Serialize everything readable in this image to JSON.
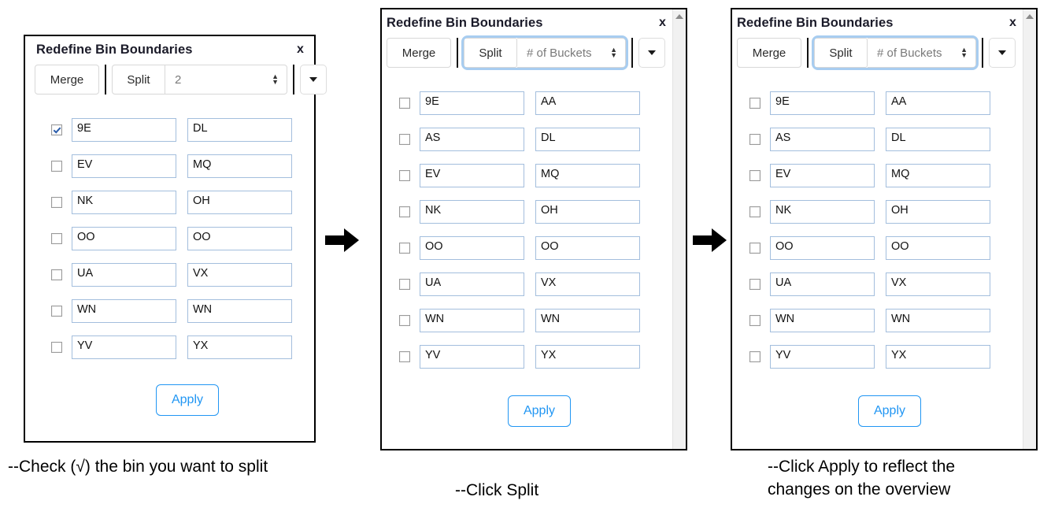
{
  "panels": [
    {
      "title": "Redefine Bin Boundaries",
      "close_label": "x",
      "toolbar": {
        "merge_label": "Merge",
        "split_label": "Split",
        "split_focused": false,
        "stepper_value": "2",
        "caret_label": "chevron-down-icon"
      },
      "rows": [
        {
          "checked": true,
          "left": "9E",
          "right": "DL"
        },
        {
          "checked": false,
          "left": "EV",
          "right": "MQ"
        },
        {
          "checked": false,
          "left": "NK",
          "right": "OH"
        },
        {
          "checked": false,
          "left": "OO",
          "right": "OO"
        },
        {
          "checked": false,
          "left": "UA",
          "right": "VX"
        },
        {
          "checked": false,
          "left": "WN",
          "right": "WN"
        },
        {
          "checked": false,
          "left": "YV",
          "right": "YX"
        }
      ],
      "apply_label": "Apply",
      "has_scrollbar": false
    },
    {
      "title": "Redefine Bin Boundaries",
      "close_label": "x",
      "toolbar": {
        "merge_label": "Merge",
        "split_label": "Split",
        "split_focused": true,
        "stepper_value": "# of Buckets",
        "caret_label": "chevron-down-icon"
      },
      "rows": [
        {
          "checked": false,
          "left": "9E",
          "right": "AA"
        },
        {
          "checked": false,
          "left": "AS",
          "right": "DL"
        },
        {
          "checked": false,
          "left": "EV",
          "right": "MQ"
        },
        {
          "checked": false,
          "left": "NK",
          "right": "OH"
        },
        {
          "checked": false,
          "left": "OO",
          "right": "OO"
        },
        {
          "checked": false,
          "left": "UA",
          "right": "VX"
        },
        {
          "checked": false,
          "left": "WN",
          "right": "WN"
        },
        {
          "checked": false,
          "left": "YV",
          "right": "YX"
        }
      ],
      "apply_label": "Apply",
      "has_scrollbar": true
    },
    {
      "title": "Redefine Bin Boundaries",
      "close_label": "x",
      "toolbar": {
        "merge_label": "Merge",
        "split_label": "Split",
        "split_focused": true,
        "stepper_value": "# of Buckets",
        "caret_label": "chevron-down-icon"
      },
      "rows": [
        {
          "checked": false,
          "left": "9E",
          "right": "AA"
        },
        {
          "checked": false,
          "left": "AS",
          "right": "DL"
        },
        {
          "checked": false,
          "left": "EV",
          "right": "MQ"
        },
        {
          "checked": false,
          "left": "NK",
          "right": "OH"
        },
        {
          "checked": false,
          "left": "OO",
          "right": "OO"
        },
        {
          "checked": false,
          "left": "UA",
          "right": "VX"
        },
        {
          "checked": false,
          "left": "WN",
          "right": "WN"
        },
        {
          "checked": false,
          "left": "YV",
          "right": "YX"
        }
      ],
      "apply_label": "Apply",
      "has_scrollbar": true
    }
  ],
  "arrows": [
    {
      "name": "arrow-step-1-to-2"
    },
    {
      "name": "arrow-step-2-to-3"
    }
  ],
  "captions": [
    "--Check (√) the bin you want to split",
    "--Click Split",
    "--Click Apply to reflect the\nchanges on the overview"
  ],
  "colors": {
    "accent_blue": "#2196f3",
    "input_border": "#a3bedd",
    "focus_ring": "#a8cdf0",
    "panel_border": "#000000",
    "checkmark": "#2a5caa"
  }
}
